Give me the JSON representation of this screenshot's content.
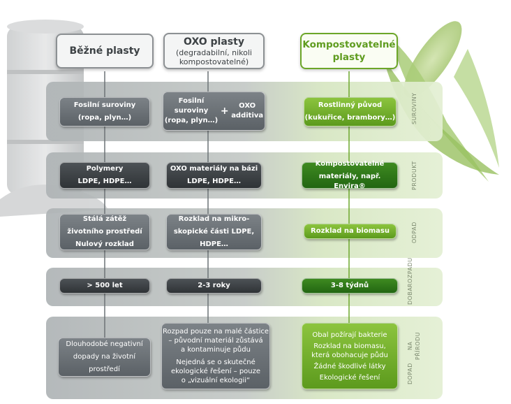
{
  "headers": {
    "common": {
      "title": "Běžné plasty"
    },
    "oxo": {
      "title": "OXO plasty",
      "subtitle_line1": "(degradabilní, nikoli",
      "subtitle_line2": "kompostovatelné)"
    },
    "compost": {
      "title_line1": "Kompostovatelné",
      "title_line2": "plasty"
    }
  },
  "rows": {
    "suroviny": {
      "label": "SUROVINY",
      "common": [
        "Fosilní suroviny",
        "(ropa, plyn…)"
      ],
      "oxo_left": [
        "Fosilní",
        "suroviny",
        "(ropa, plyn…)"
      ],
      "oxo_plus": "+",
      "oxo_right": [
        "OXO",
        "additiva"
      ],
      "compost": [
        "Rostlinný původ",
        "(kukuřice, brambory…)"
      ]
    },
    "produkt": {
      "label": "PRODUKT",
      "common": [
        "Polymery",
        "LDPE, HDPE…"
      ],
      "oxo": [
        "OXO materiály na bázi",
        "LDPE, HDPE…"
      ],
      "compost": [
        "Kompostovatelné",
        "materiály, např. Envira®"
      ]
    },
    "odpad": {
      "label": "ODPAD",
      "common": [
        "Stálá zátěž",
        "životního prostředí",
        "Nulový rozklad"
      ],
      "oxo": [
        "Rozklad na mikro-",
        "skopické části LDPE,",
        "HDPE…"
      ],
      "compost": [
        "Rozklad na biomasu"
      ]
    },
    "doba": {
      "label_line1": "DOBA",
      "label_line2": "ROZPADU",
      "common": "> 500 let",
      "oxo": "2-3 roky",
      "compost": "3-8 týdnů"
    },
    "dopad": {
      "label_line1": "DOPAD",
      "label_line2": "NA PŘÍRODU",
      "common": [
        "Dlouhodobé negativní",
        "dopady na životní",
        "prostředí"
      ],
      "oxo_block1": [
        "Rozpad pouze na malé částice",
        "– původní materiál zůstává",
        "a kontaminuje půdu"
      ],
      "oxo_block2": [
        "Nejedná se o skutečné",
        "ekologické řešení – pouze",
        "o „vizuální ekologii“"
      ],
      "compost": [
        "Obal požírají bakterie",
        "Rozklad na biomasu,",
        "která obohacuje půdu",
        "Žádné škodlivé látky",
        "Ekologické řešení"
      ]
    }
  },
  "colors": {
    "gray_box": "#6a7075",
    "dark_box": "#3a3e41",
    "green_box": "#72ad2c",
    "dark_green_box": "#2f7a18",
    "band_gray": "#b9bdbf",
    "band_green": "#dcebc8"
  },
  "icons": {
    "background_left": "oil-barrel-illustration",
    "background_right": "corn-cob-illustration"
  }
}
